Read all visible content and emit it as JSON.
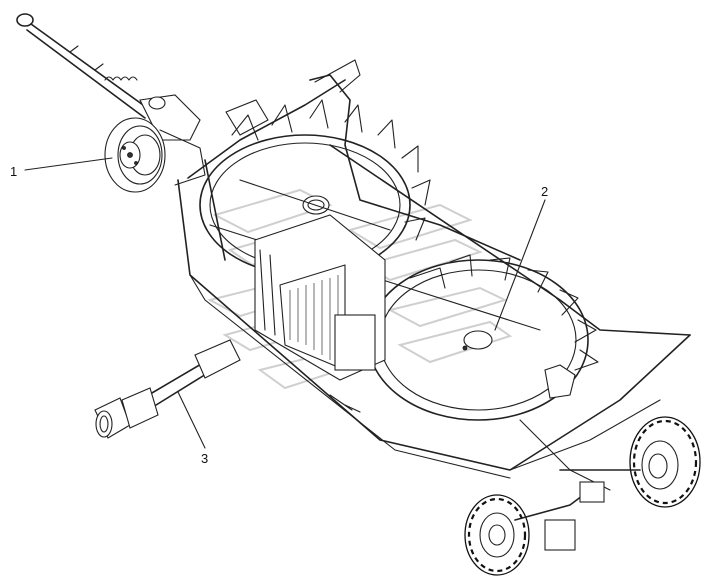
{
  "callouts": [
    {
      "id": "1",
      "label": "1"
    },
    {
      "id": "2",
      "label": "2"
    },
    {
      "id": "3",
      "label": "3"
    }
  ],
  "colors": {
    "line": "#222222",
    "background": "#ffffff",
    "watermark": "#cfcfcf"
  }
}
